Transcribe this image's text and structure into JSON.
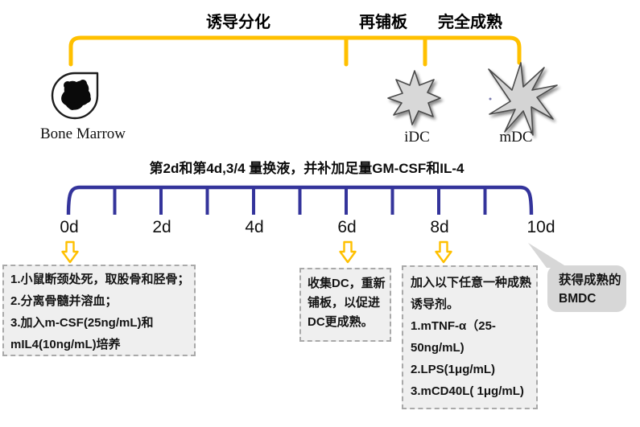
{
  "phases": {
    "labels": [
      "诱导分化",
      "再铺板",
      "完全成熟"
    ]
  },
  "cells": {
    "bone_marrow": "Bone Marrow",
    "idc": "iDC",
    "mdc": "mDC"
  },
  "timeline": {
    "note": "第2d和第4d,3/4 量换液，并补加足量GM-CSF和IL-4",
    "days": [
      "0d",
      "2d",
      "4d",
      "6d",
      "8d",
      "10d"
    ]
  },
  "boxes": {
    "day0": [
      "1.小鼠断颈处死，取股骨和胫骨；",
      "2.分离骨髓并溶血；",
      "3.加入m-CSF(25ng/mL)和",
      "mIL4(10ng/mL)培养"
    ],
    "day6": [
      "收集DC，重新",
      "铺板，以促进",
      "DC更成熟。"
    ],
    "day8": [
      "加入以下任意一种成熟",
      "诱导剂。",
      "1.mTNF-α（25-",
      "50ng/mL)",
      "2.LPS(1μg/mL)",
      "3.mCD40L( 1μg/mL)"
    ],
    "day10": [
      "获得成熟的",
      "BMDC"
    ]
  },
  "icons": {
    "bone_marrow_icon": "droplet-with-marrow-blob",
    "idc_icon": "immature-dendritic-cell",
    "mdc_icon": "mature-dendritic-cell",
    "arrow_icon": "hollow-down-block-arrow"
  },
  "colors": {
    "gold": "#FFC000",
    "navy": "#34349B",
    "box_bg": "#EFEFEF",
    "box_border": "#A9A9A9",
    "callout_bg": "#D7D7D7",
    "cell_fill": "#D8D8D8"
  }
}
